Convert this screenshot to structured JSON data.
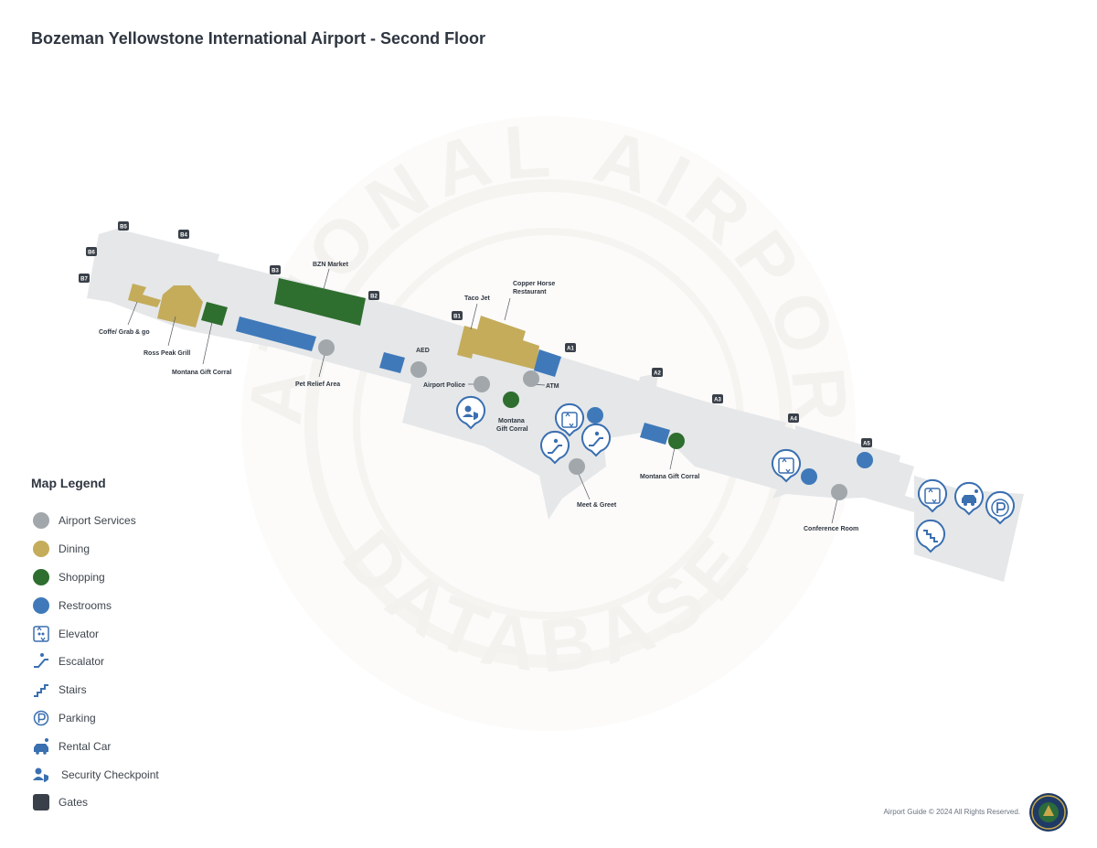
{
  "page_title": "Bozeman Yellowstone International Airport - Second Floor",
  "colors": {
    "airport_services": "#a2a7ab",
    "dining": "#c4ac5b",
    "shopping": "#2e6e2e",
    "restrooms": "#3f79ba",
    "icon_blue": "#3a6fb0",
    "gates": "#3a4049",
    "floor": "#e5e7e9"
  },
  "legend": {
    "title": "Map Legend",
    "items": [
      {
        "label": "Airport Services",
        "icon": "airport-services-dot"
      },
      {
        "label": "Dining",
        "icon": "dining-dot"
      },
      {
        "label": "Shopping",
        "icon": "shopping-dot"
      },
      {
        "label": "Restrooms",
        "icon": "restrooms-dot"
      },
      {
        "label": "Elevator",
        "icon": "elevator-icon"
      },
      {
        "label": "Escalator",
        "icon": "escalator-icon"
      },
      {
        "label": "Stairs",
        "icon": "stairs-icon"
      },
      {
        "label": "Parking",
        "icon": "parking-icon"
      },
      {
        "label": "Rental Car",
        "icon": "rental-car-icon"
      },
      {
        "label": "Security Checkpoint",
        "icon": "security-checkpoint-icon"
      },
      {
        "label": "Gates",
        "icon": "gate-square"
      }
    ]
  },
  "gates": [
    "B5",
    "B4",
    "B6",
    "B7",
    "B3",
    "B2",
    "B1",
    "A1",
    "A2",
    "A3",
    "A4",
    "A5"
  ],
  "place_labels": {
    "coffe_grab_go": "Coffe/ Grab & go",
    "ross_peak_grill": "Ross Peak  Grill",
    "montana_gift_corral_west": "Montana Gift Corral",
    "bzn_market": "BZN Market",
    "pet_relief_area": "Pet Relief Area",
    "aed": "AED",
    "airport_police": "Airport Police",
    "taco_jet": "Taco Jet",
    "copper_horse_line1": "Copper Horse",
    "copper_horse_line2": "Restaurant",
    "atm": "ATM",
    "montana_gift_corral_center_line1": "Montana",
    "montana_gift_corral_center_line2": "Gift Corral",
    "meet_greet": "Meet & Greet",
    "montana_gift_corral_east": "Montana Gift Corral",
    "conference_room": "Conference Room"
  },
  "watermark": {
    "top": "NATIONAL AIRPORT",
    "bottom": "DATABASE"
  },
  "footer": "Airport Guide © 2024 All Rights Reserved."
}
